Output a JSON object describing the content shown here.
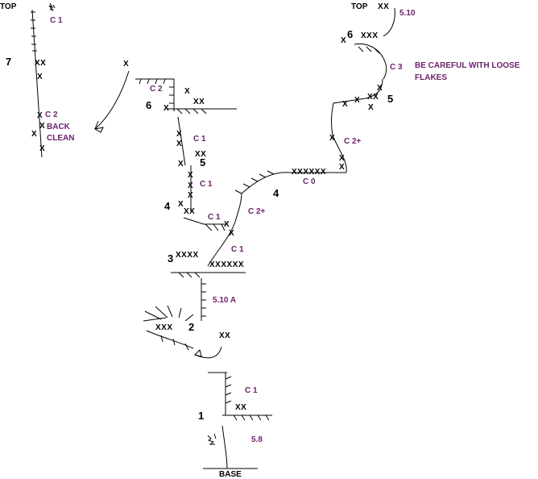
{
  "left_route": {
    "top_label": "TOP",
    "belay_7": "7",
    "grade_c1": "C 1",
    "grade_c2": "C 2",
    "note_back": "BACK",
    "note_clean": "CLEAN",
    "x_top": "XX",
    "x_single": "X"
  },
  "main_route": {
    "base_label": "BASE",
    "belay_1": "1",
    "belay_2": "2",
    "belay_3": "3",
    "belay_4": "4",
    "belay_5": "5",
    "belay_6": "6",
    "grade_58": "5.8",
    "grade_c1_low": "C 1",
    "grade_510a": "5.10 A",
    "grade_c1_mid": "C 1",
    "grade_c1_upper": "C 1",
    "grade_c1_b": "C 1",
    "grade_c1_c": "C 1",
    "grade_c2": "C 2",
    "x_p1": "XX",
    "x_p2_left": "XXX",
    "x_p2_right": "XX",
    "x_b3_left": "XXXX",
    "x_b3_right": "XXXXXX",
    "x_b4": "XX",
    "x_b5": "XX",
    "x_b6": "XX",
    "x_single": "X"
  },
  "right_route": {
    "top_label": "TOP",
    "grade_510": "5.10",
    "belay_6": "6",
    "belay_5": "5",
    "belay_4": "4",
    "grade_c3": "C 3",
    "grade_c2plus_upper": "C 2+",
    "grade_c0": "C 0",
    "grade_c2plus_lower": "C 2+",
    "note_loose_1": "BE CAREFUL WITH LOOSE",
    "note_loose_2": "FLAKES",
    "x_top": "XX",
    "x_b6": "XXX",
    "x_b5": "XX",
    "x_traverse": "XXXXXX",
    "x_single": "X"
  }
}
